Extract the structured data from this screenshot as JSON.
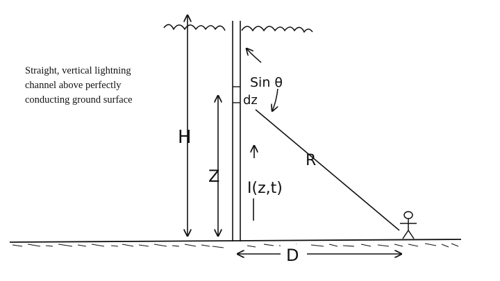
{
  "caption": {
    "line1": "Straight, vertical lightning",
    "line2": "channel above perfectly",
    "line3": "conducting ground surface"
  },
  "labels": {
    "H": "H",
    "Z": "Z",
    "R": "R",
    "D": "D",
    "dz": "dz",
    "sin_theta": "Sin θ",
    "current": "I(z,t)"
  },
  "icons": [
    "observer-stick-figure-icon"
  ],
  "colors": {
    "ink": "#111111",
    "background": "#ffffff"
  }
}
